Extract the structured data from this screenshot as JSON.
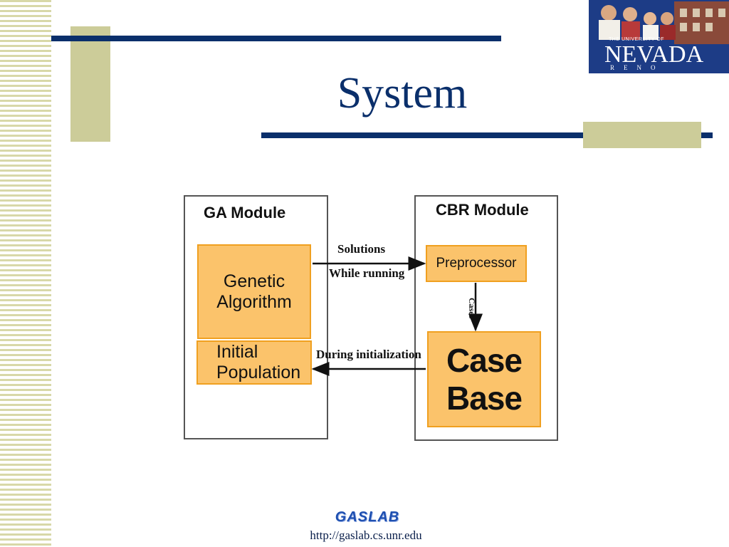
{
  "slide": {
    "title": "System"
  },
  "logo": {
    "line_small": "THE UNIVERSITY OF",
    "line_big": "NEVADA",
    "line_reno": "RENO"
  },
  "diagram": {
    "ga_module": {
      "title": "GA Module",
      "genetic_algorithm": "Genetic Algorithm",
      "initial_population": "Initial Population"
    },
    "cbr_module": {
      "title": "CBR Module",
      "preprocessor": "Preprocessor",
      "case_base": "Case Base"
    },
    "edges": {
      "solutions": "Solutions",
      "while_running": "While running",
      "cases": "Cases",
      "during_initialization": "During initialization"
    }
  },
  "footer": {
    "brand": "GASLAB",
    "url": "http://gaslab.cs.unr.edu"
  },
  "colors": {
    "navy": "#0a2f6b",
    "olive": "#cccc99",
    "orange_fill": "#fbc36b",
    "orange_border": "#f0a020",
    "logo_blue": "#1d3c86"
  }
}
